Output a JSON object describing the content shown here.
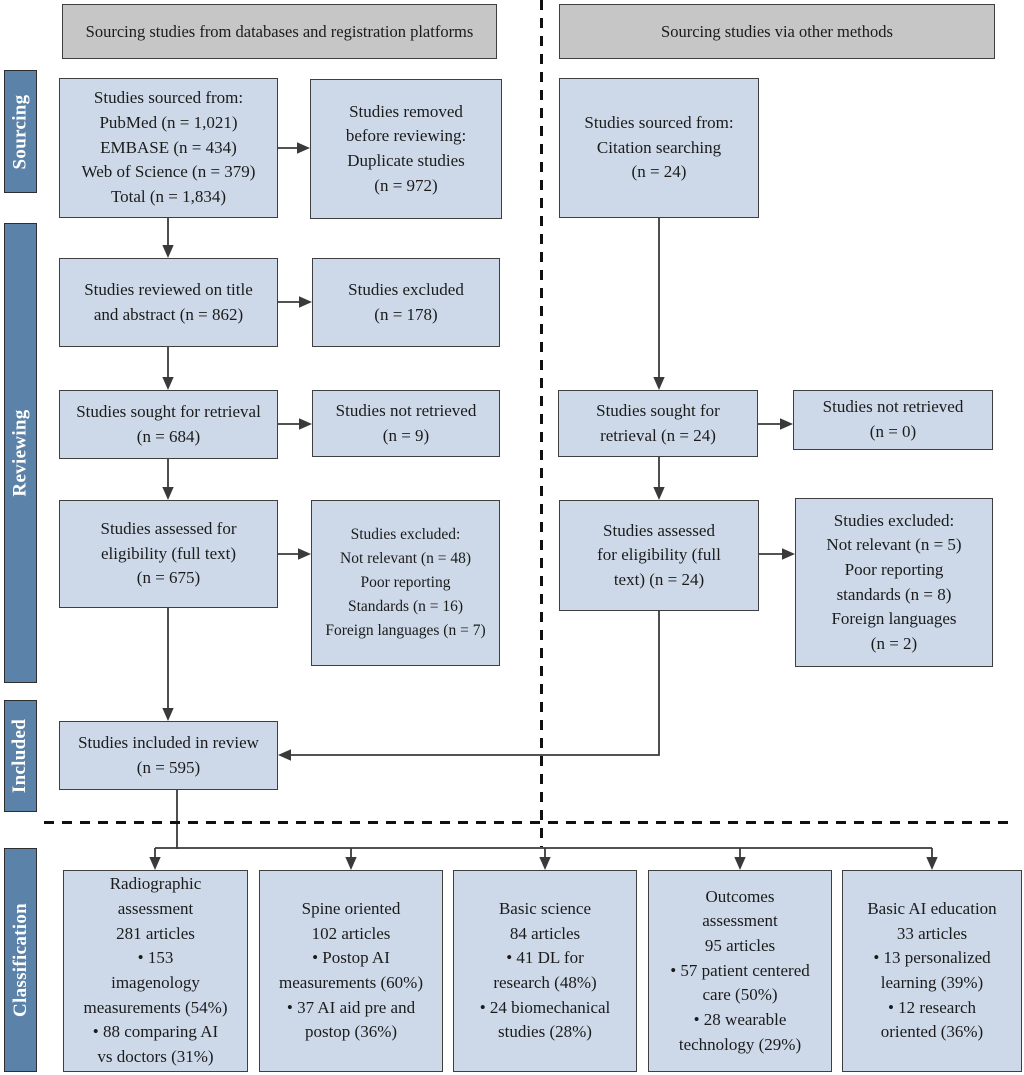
{
  "colors": {
    "box_fill": "#cdd9e8",
    "box_border": "#3f3f3f",
    "header_fill": "#c6c6c6",
    "sidebar_fill": "#5b82a9",
    "sidebar_text": "#ffffff",
    "line_color": "#3a3a3a",
    "text_color": "#1b1b1b"
  },
  "headers": {
    "left": "Sourcing studies from databases and registration platforms",
    "right": "Sourcing studies via other methods"
  },
  "sidebar": {
    "sourcing": "Sourcing",
    "reviewing": "Reviewing",
    "included": "Included",
    "classification": "Classification"
  },
  "boxes": {
    "db_sourced": "Studies sourced from:\nPubMed (n = 1,021)\nEMBASE (n = 434)\nWeb of Science (n = 379)\nTotal (n = 1,834)",
    "removed_before_review": "Studies removed\nbefore reviewing:\nDuplicate studies\n(n = 972)",
    "reviewed_title_abstract": "Studies reviewed on title\nand abstract (n = 862)",
    "excluded_title_abstract": "Studies excluded\n(n = 178)",
    "sought_retrieval_left": "Studies sought for retrieval\n(n = 684)",
    "not_retrieved_left": "Studies not retrieved\n(n = 9)",
    "assessed_eligibility_left": "Studies assessed for\neligibility (full text)\n(n = 675)",
    "excluded_fulltext_left": "Studies excluded:\nNot relevant (n = 48)\nPoor reporting\nStandards (n = 16)\nForeign languages (n = 7)",
    "included_review": "Studies included in review\n(n = 595)",
    "citation_sourced": "Studies sourced from:\nCitation searching\n(n = 24)",
    "sought_retrieval_right": "Studies sought for\nretrieval (n = 24)",
    "not_retrieved_right": "Studies not retrieved\n(n = 0)",
    "assessed_eligibility_right": "Studies assessed\nfor eligibility (full\ntext) (n = 24)",
    "excluded_fulltext_right": "Studies excluded:\nNot relevant (n = 5)\nPoor reporting\nstandards (n = 8)\nForeign languages\n(n = 2)"
  },
  "classification": {
    "radiographic": "Radiographic\nassessment\n281 articles\n• 153\nimagenology\nmeasurements (54%)\n• 88 comparing AI\nvs doctors (31%)",
    "spine": "Spine oriented\n102 articles\n• Postop AI\nmeasurements (60%)\n• 37 AI aid pre and\npostop (36%)",
    "basic_science": "Basic science\n84 articles\n• 41 DL for\nresearch (48%)\n• 24 biomechanical\nstudies (28%)",
    "outcomes": "Outcomes\nassessment\n95 articles\n• 57 patient centered\ncare (50%)\n• 28 wearable\ntechnology (29%)",
    "ai_education": "Basic AI education\n33 articles\n• 13 personalized\nlearning (39%)\n• 12 research\noriented (36%)"
  }
}
